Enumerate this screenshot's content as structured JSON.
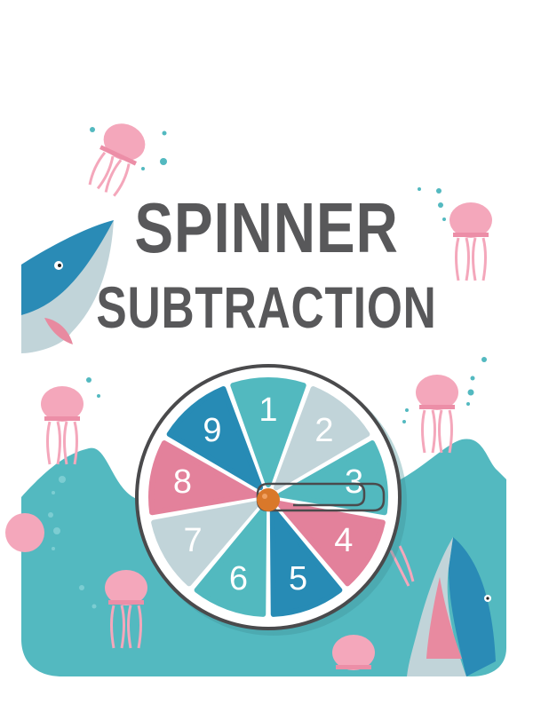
{
  "title": {
    "line1": "SPINNER",
    "line2": "SUBTRACTION"
  },
  "spinner": {
    "segments": [
      {
        "label": "1",
        "color": "#52b9bf"
      },
      {
        "label": "2",
        "color": "#c1d4d9"
      },
      {
        "label": "3",
        "color": "#52b9bf"
      },
      {
        "label": "4",
        "color": "#e3819b"
      },
      {
        "label": "5",
        "color": "#278bb5"
      },
      {
        "label": "6",
        "color": "#52b9bf"
      },
      {
        "label": "7",
        "color": "#c1d4d9"
      },
      {
        "label": "8",
        "color": "#e3819b"
      },
      {
        "label": "9",
        "color": "#278bb5"
      }
    ],
    "pointer": "paperclip",
    "center_pin_color": "#d9782a",
    "rim_color": "#4a4a4c"
  },
  "colors": {
    "water": "#53b9c0",
    "title": "#58585a",
    "jellyfish": "#f4a7bb",
    "shark_body": "#2a8bb6",
    "shark_belly": "#c1d4d9"
  },
  "decorations": [
    "shark-top-left",
    "shark-bottom-right",
    "jellyfish x7",
    "bubbles"
  ]
}
